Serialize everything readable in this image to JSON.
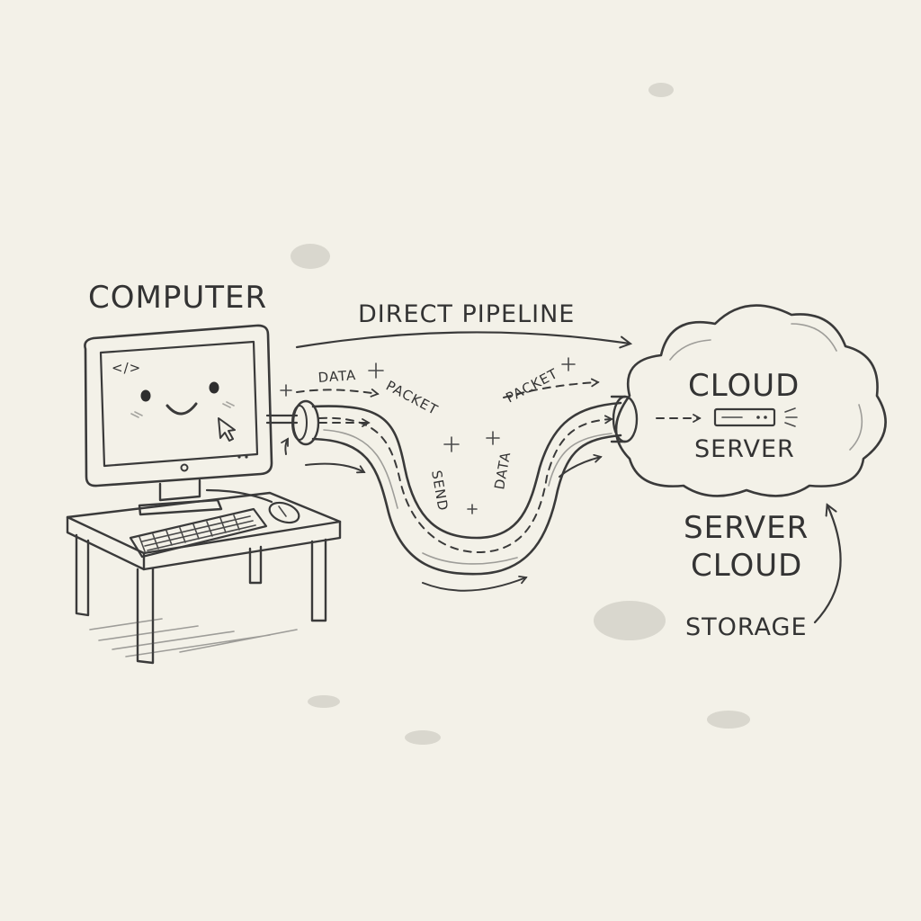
{
  "labels": {
    "computer": "COMPUTER",
    "direct_pipeline": "DIRECT PIPELINE",
    "cloud": "CLOUD",
    "server": "SERVER",
    "server_cloud_line1": "SERVER",
    "server_cloud_line2": "CLOUD",
    "storage": "STORAGE",
    "data_1": "DATA",
    "packet_1": "PACKET",
    "send": "SEND",
    "data_2": "DATA",
    "packet_2": "PACKET",
    "code_tag": "</>"
  },
  "colors": {
    "paper": "#f3f1e8",
    "ink": "#3a3a3a"
  }
}
